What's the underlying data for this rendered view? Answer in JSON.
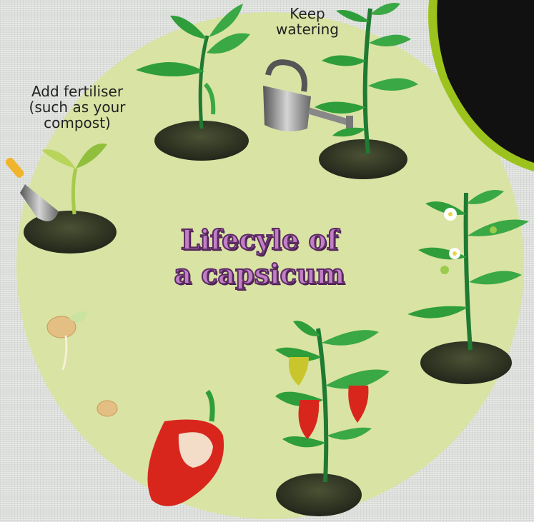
{
  "title": {
    "line1": "Lifecyle of",
    "line2": "a capsicum"
  },
  "stage_labels": {
    "watering": [
      "Keep",
      "watering"
    ],
    "fertilising": [
      "Add fertiliser",
      "(such as your",
      "compost)"
    ]
  },
  "colors": {
    "circle": "#d9e3a4",
    "title_fill": "#c27fc6",
    "title_outline": "#5b2a62",
    "soil": "#2f3321",
    "leaf": "#2f9e3a",
    "stem": "#1f7a32",
    "pepper_red": "#d8261d",
    "pepper_yellow": "#c9c62d",
    "dark_corner": "#111111",
    "corner_border": "#9cc21d"
  },
  "icons": [
    "watering-can-icon",
    "trowel-icon",
    "seed-icon",
    "sprout-icon",
    "soil-icon",
    "flower-icon",
    "capsicum-icon"
  ]
}
